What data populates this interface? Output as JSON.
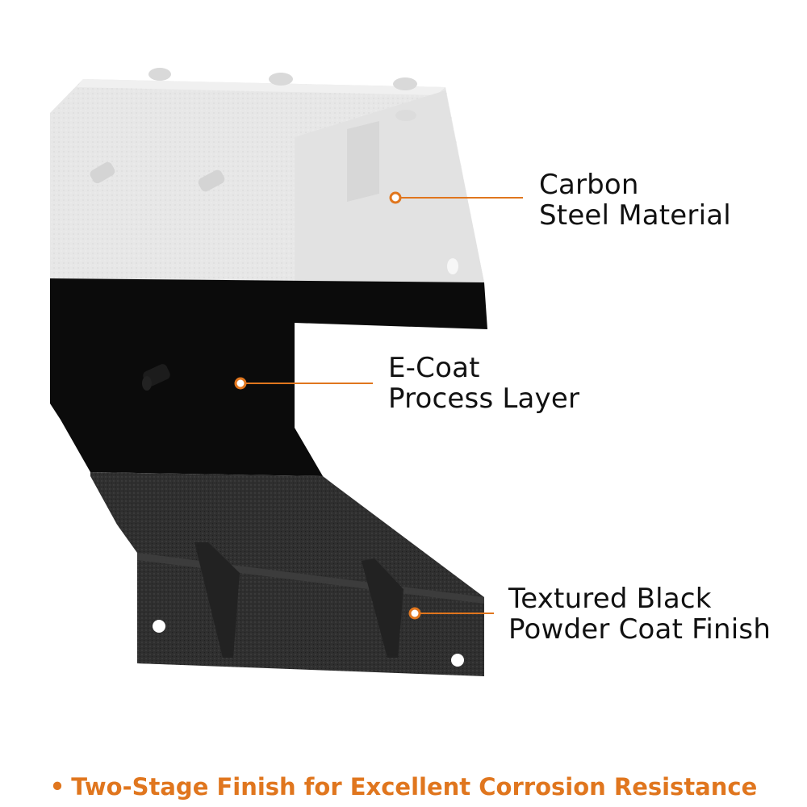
{
  "colors": {
    "accent": "#e0761e",
    "carbon_steel": "#e6e6e6",
    "ecoat": "#0a0a0a",
    "powder_coat": "#2e2e2e"
  },
  "callouts": [
    {
      "line1": "Carbon",
      "line2": "Steel Material"
    },
    {
      "line1": "E-Coat",
      "line2": "Process Layer"
    },
    {
      "line1": "Textured Black",
      "line2": "Powder Coat Finish"
    }
  ],
  "footer": {
    "bullet": "•",
    "text": "Two-Stage Finish for Excellent Corrosion Resistance"
  }
}
